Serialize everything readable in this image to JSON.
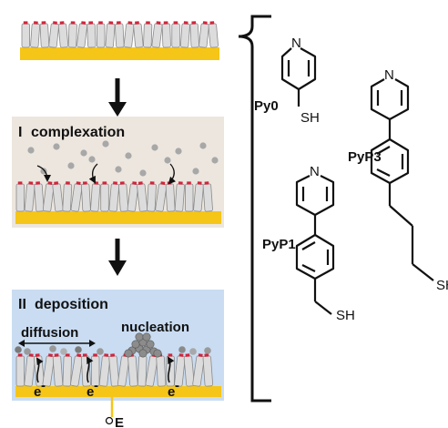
{
  "panels": {
    "complexation": {
      "numeral": "I",
      "title": "complexation"
    },
    "deposition": {
      "numeral": "II",
      "title": "deposition",
      "diffusion": "diffusion",
      "nucleation": "nucleation",
      "electron": "e",
      "electron_sup": "-",
      "potential": "E"
    }
  },
  "structures": [
    {
      "label": "Py0",
      "n_atom": "N",
      "thiol": "SH"
    },
    {
      "label": "PyP1",
      "n_atom": "N",
      "thiol": "SH"
    },
    {
      "label": "PyP3",
      "n_atom": "N",
      "thiol": "SH"
    }
  ],
  "colors": {
    "gold": "#f5c518",
    "molecule_body": "#dcdcdc",
    "molecule_head": "#d1243b",
    "panel1_bg": "#ece6de",
    "panel2_bg": "#c9dcf2",
    "ion": "#a8a8a8"
  }
}
